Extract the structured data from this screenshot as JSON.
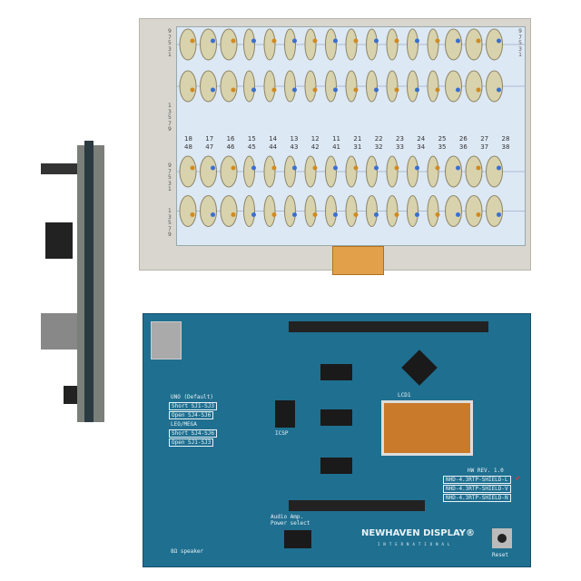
{
  "screen": {
    "upper_numbers": [
      "18",
      "17",
      "16",
      "15",
      "14",
      "13",
      "12",
      "11",
      "21",
      "22",
      "23",
      "24",
      "25",
      "26",
      "27",
      "28"
    ],
    "lower_numbers": [
      "48",
      "47",
      "46",
      "45",
      "44",
      "43",
      "42",
      "41",
      "31",
      "32",
      "33",
      "34",
      "35",
      "36",
      "37",
      "38"
    ],
    "axis_top": "9\n7\n5\n3\n1",
    "axis_mid": "1\n3\n5\n7\n9",
    "axis_bot": "9\n7\n5\n3\n1",
    "axis_low": "1\n3\n5\n7\n9"
  },
  "pcb": {
    "brand": "NEWHAVEN DISPLAY®",
    "brand_sub": "INTERNATIONAL",
    "uno": "UNO (Default)",
    "uno_short": "Short SJ1-SJ3",
    "uno_open": "Open SJ4-SJ6",
    "mega": "LEO/MEGA",
    "mega_short": "Short SJ4-SJ6",
    "mega_open": "Open SJ1-SJ3",
    "rev": "HW REV. 1.0",
    "models": [
      "NHD-4.3RTP-SHIELD-L",
      "NHD-4.3RTP-SHIELD-V",
      "NHD-4.3RTP-SHIELD-N"
    ],
    "icsp": "ICSP",
    "audio": "Audio Amp.\nPower select",
    "speaker": "8Ω speaker",
    "reset": "Reset",
    "lcd1": "LCD1"
  },
  "colors": {
    "pcb": "#1f6f90",
    "screen": "#dde8f5",
    "bezel": "#d9d6cf"
  }
}
